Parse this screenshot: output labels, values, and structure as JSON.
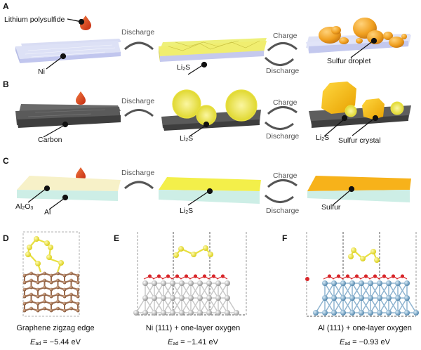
{
  "figure": {
    "panels": {
      "A": {
        "letter": "A",
        "droplet_label": "Lithium polysulfide",
        "substrate_label": "Ni",
        "discharge_label": "Discharge",
        "product_label_base": "Li",
        "product_label_sub": "2",
        "product_label_tail": "S",
        "charge_label": "Charge",
        "reverse_label": "Discharge",
        "final_label": "Sulfur droplet"
      },
      "B": {
        "letter": "B",
        "substrate_label": "Carbon",
        "discharge_label": "Discharge",
        "product_label_base": "Li",
        "product_label_sub": "2",
        "product_label_tail": "S",
        "charge_label": "Charge",
        "reverse_label": "Discharge",
        "final_li2s_base": "Li",
        "final_li2s_sub": "2",
        "final_li2s_tail": "S",
        "final_label": "Sulfur crystal"
      },
      "C": {
        "letter": "C",
        "oxide_label_a": "Al",
        "oxide_label_sub1": "2",
        "oxide_label_b": "O",
        "oxide_label_sub2": "3",
        "substrate_label": "Al",
        "discharge_label": "Discharge",
        "product_label_base": "Li",
        "product_label_sub": "2",
        "product_label_tail": "S",
        "charge_label": "Charge",
        "reverse_label": "Discharge",
        "final_label": "Sulfur"
      },
      "D": {
        "letter": "D",
        "caption": "Graphene zigzag edge",
        "energy_symbol": "E",
        "energy_sub": "ad",
        "energy_value": " = −5.44 eV"
      },
      "E": {
        "letter": "E",
        "caption": "Ni (111) + one-layer oxygen",
        "energy_symbol": "E",
        "energy_sub": "ad",
        "energy_value": " = −1.41 eV"
      },
      "F": {
        "letter": "F",
        "caption": "Al (111) + one-layer oxygen",
        "energy_symbol": "E",
        "energy_sub": "ad",
        "energy_value": " = −0.93 eV"
      }
    },
    "colors": {
      "ni_slab": "#c7cdf0",
      "li2s_film": "#f2ee7a",
      "sulfur_droplet": "#f0a81c",
      "carbon_slab": "#5e5e5e",
      "al2o3_top": "#f7f1c8",
      "al_side": "#cdeee6",
      "sulfur_film": "#f7b21a",
      "polysulfide_drop": "#e0401a",
      "sulfur_atom": "#ece83a",
      "carbon_atom": "#9a6a4c",
      "oxygen_atom": "#d8262a",
      "ni_atom": "#b8b8b8",
      "al_atom": "#7aa6c8"
    }
  }
}
